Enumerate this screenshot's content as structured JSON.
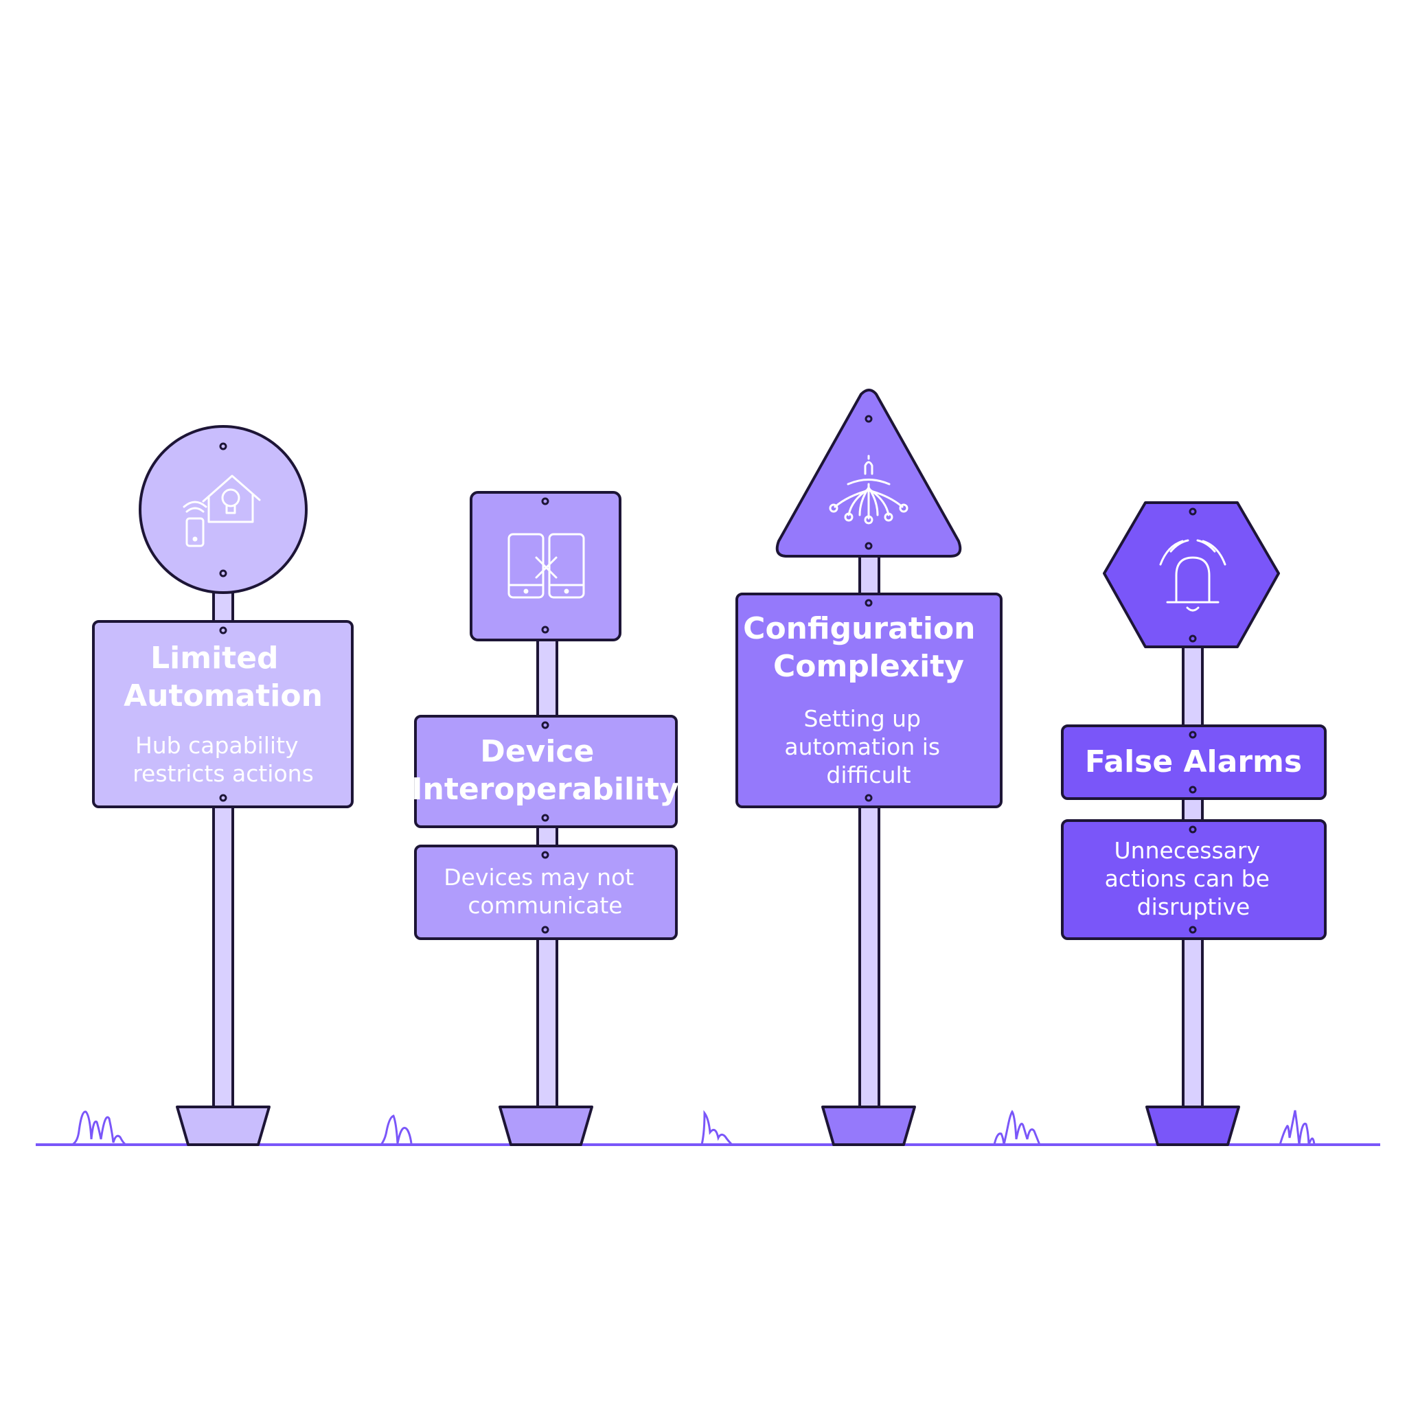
{
  "colors": {
    "sign_1": "#c9bdfd",
    "sign_2": "#b09cfc",
    "sign_3": "#9579fb",
    "sign_4": "#7a56f9",
    "pole": "#d9d0ff",
    "outline": "#1d1536",
    "ground": "#7a56f9",
    "text": "#ffffff"
  },
  "signs": [
    {
      "id": "limited-automation",
      "shape": "circle",
      "icon": "smart-home-icon",
      "title_lines": [
        "Limited",
        "Automation"
      ],
      "desc_lines": [
        "Hub capability",
        "restricts actions"
      ]
    },
    {
      "id": "device-interoperability",
      "shape": "square",
      "icon": "phones-disconnected-icon",
      "title_lines": [
        "Device",
        "Interoperability"
      ],
      "desc_lines": [
        "Devices may not",
        "communicate"
      ]
    },
    {
      "id": "configuration-complexity",
      "shape": "triangle",
      "icon": "branching-network-icon",
      "title_lines": [
        "Configuration",
        "Complexity"
      ],
      "desc_lines": [
        "Setting up",
        "automation is",
        "difficult"
      ]
    },
    {
      "id": "false-alarms",
      "shape": "hexagon",
      "icon": "alarm-bell-icon",
      "title_lines": [
        "False Alarms"
      ],
      "desc_lines": [
        "Unnecessary",
        "actions can be",
        "disruptive"
      ]
    }
  ]
}
